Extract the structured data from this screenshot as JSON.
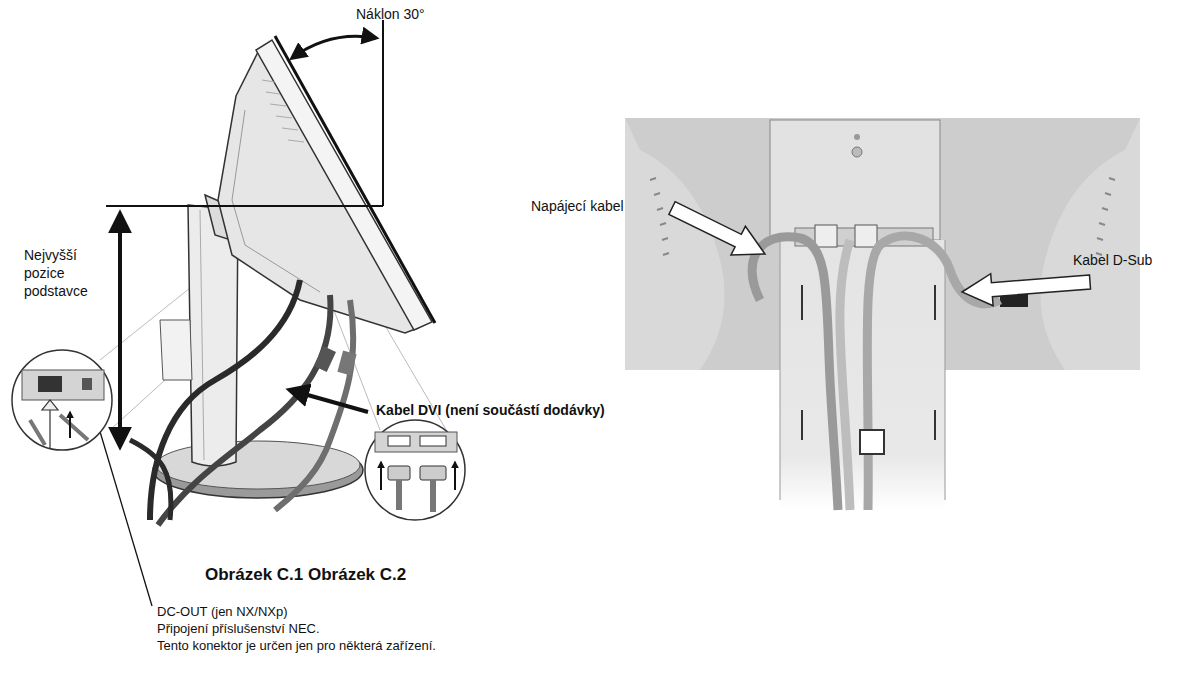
{
  "diagram": {
    "caption": "Obrázek C.1 Obrázek C.2",
    "labels": [
      "Náklon 30°",
      "Nejvyšší pozice podstavce",
      "Kabel DVI (není součástí dodávky)",
      "DC-OUT (jen NX/NXp)",
      "Připojení příslušenství NEC.",
      "Tento konektor je určen jen pro některá zařízení.",
      "Napájecí kabel",
      "Kabel D-Sub"
    ]
  }
}
